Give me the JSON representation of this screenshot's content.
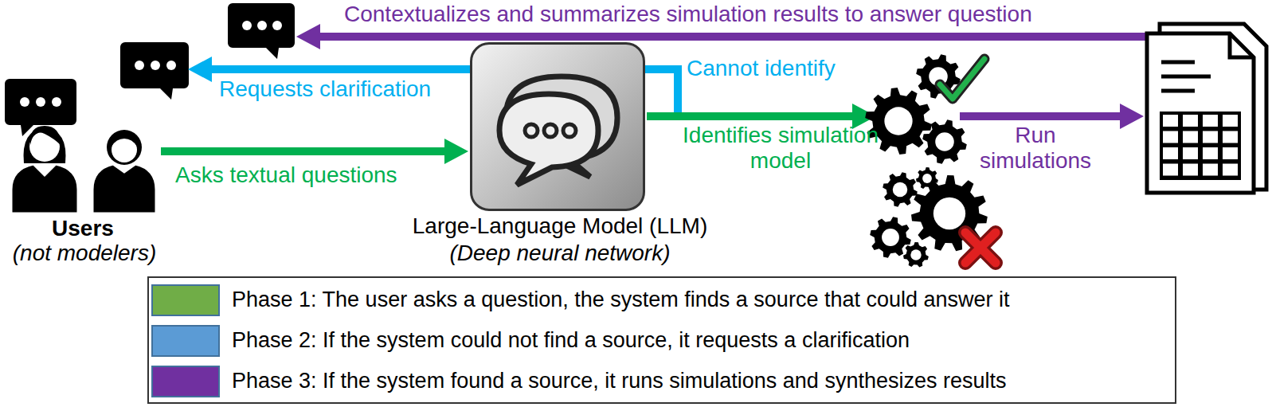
{
  "diagram": {
    "nodes": [
      {
        "text": [
          "Users",
          "(not modelers)"
        ]
      },
      {
        "text": [
          "Large-Language Model (LLM)",
          "(Deep neural network)"
        ]
      }
    ],
    "edges": [
      {
        "from": 0,
        "to": 1,
        "arrow": "to",
        "label": "Asks textual questions"
      }
    ],
    "labels": [
      "Contextualizes and summarizes simulation results to answer question",
      "Requests clarification",
      "Cannot identify",
      "Identifies simulation model",
      "Run simulations"
    ],
    "legend": [
      {
        "text": "Phase 1: The user asks a question, the system finds a source that could answer it",
        "color": "#70ad47"
      },
      {
        "text": "Phase 2: If the system could not find a source, it requests a clarification",
        "color": "#5b9bd5"
      },
      {
        "text": "Phase 3: If the system found a source, it runs simulations and synthesizes results",
        "color": "#7030a0"
      }
    ]
  }
}
